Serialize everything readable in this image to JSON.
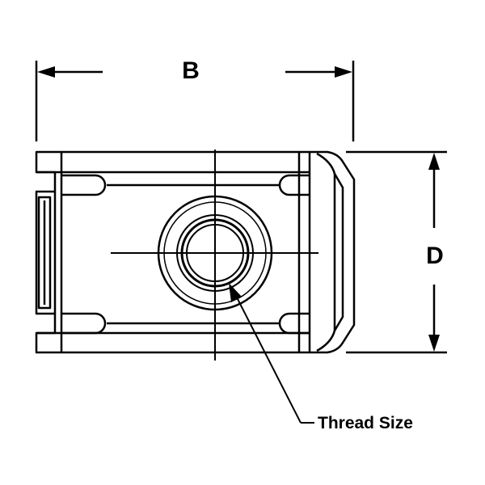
{
  "labels": {
    "width_dimension": "B",
    "depth_dimension": "D",
    "thread_callout": "Thread Size"
  },
  "colors": {
    "line": "#000000",
    "background": "#ffffff"
  }
}
